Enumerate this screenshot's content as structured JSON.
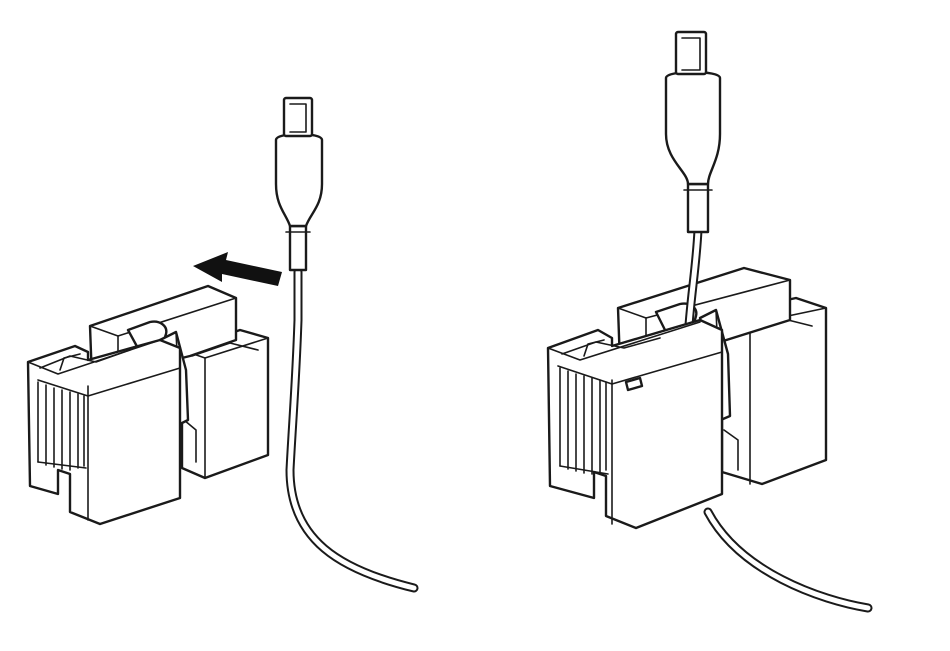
{
  "diagram": {
    "panels": [
      {
        "name": "before-insertion",
        "step": "cable-beside-holder"
      },
      {
        "name": "after-insertion",
        "step": "cable-seated-in-holder"
      }
    ],
    "arrow": {
      "direction": "left",
      "icon": "arrow-left-icon",
      "color": "#111111"
    },
    "colors": {
      "line": "#1a1a1a",
      "fill": "#ffffff"
    }
  }
}
